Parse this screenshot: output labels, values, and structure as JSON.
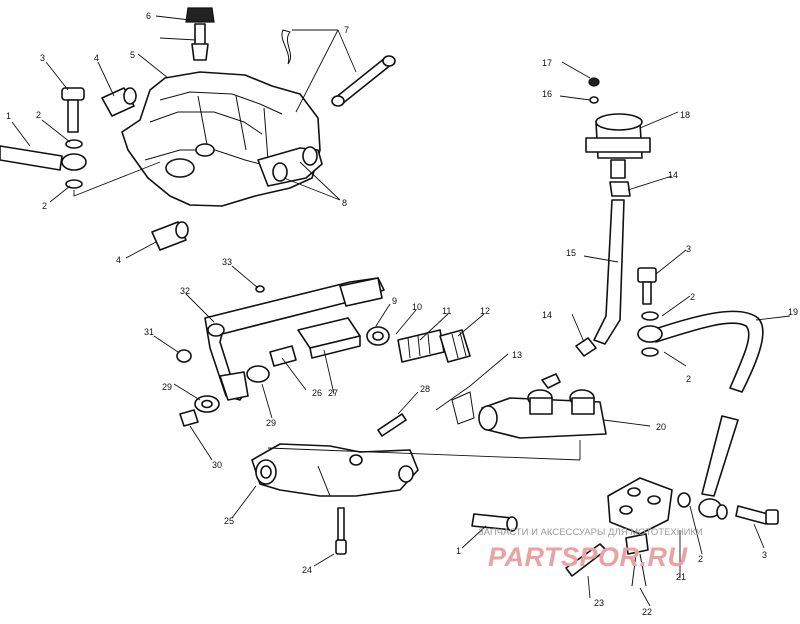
{
  "callouts": {
    "c1": "1",
    "c2": "2",
    "c3": "3",
    "c4": "4",
    "c5": "5",
    "c6": "6",
    "c7": "7",
    "c8": "8",
    "c9": "9",
    "c10": "10",
    "c11": "11",
    "c12": "12",
    "c13": "13",
    "c14": "14",
    "c15": "15",
    "c16": "16",
    "c17": "17",
    "c18": "18",
    "c19": "19",
    "c20": "20",
    "c21": "21",
    "c22": "22",
    "c23": "23",
    "c24": "24",
    "c25": "25",
    "c26": "26",
    "c27": "27",
    "c28": "28",
    "c29": "29",
    "c30": "30",
    "c31": "31",
    "c32": "32",
    "c33": "33"
  },
  "watermark": {
    "tagline": "ЗАПЧАСТИ И АКСЕССУАРЫ ДЛЯ МОТОТЕХНИКИ",
    "logo": "PARTSPOR.RU",
    "color": "#e9a3a3"
  }
}
